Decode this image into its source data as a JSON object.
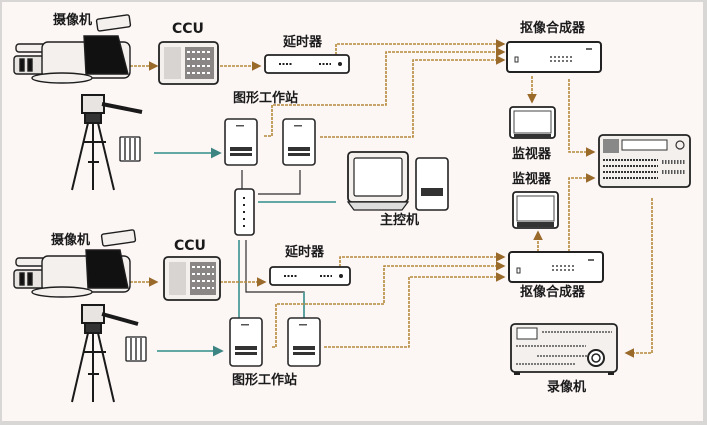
{
  "diagram": {
    "title": "",
    "colors": {
      "background": "#fcf6f5",
      "signal_line": "#b58a3c",
      "network_line": "#4e9c9a",
      "device_stroke": "#2a2a2a"
    },
    "labels": {
      "camera_top": "摄像机",
      "ccu_top": "CCU",
      "delay_top": "延时器",
      "workstation_top": "图形工作站",
      "keyer_top": "抠像合成器",
      "monitor_top": "监视器",
      "monitor_bottom": "监视器",
      "main_control": "主控机",
      "camera_bottom": "摄像机",
      "ccu_bottom": "CCU",
      "delay_bottom": "延时器",
      "keyer_bottom": "抠像合成器",
      "workstation_bottom": "图形工作站",
      "vtr": "录像机"
    },
    "nodes": [
      {
        "id": "camera-1",
        "label": "摄像机",
        "icon": "video-camera-icon"
      },
      {
        "id": "tripod-1",
        "label": "",
        "icon": "tripod-icon"
      },
      {
        "id": "tracker-1",
        "label": "",
        "icon": "tracking-sensor-icon"
      },
      {
        "id": "ccu-1",
        "label": "CCU",
        "icon": "ccu-panel-icon"
      },
      {
        "id": "delay-1",
        "label": "延时器",
        "icon": "delay-unit-icon"
      },
      {
        "id": "workstation-1a",
        "label": "图形工作站",
        "icon": "tower-pc-icon"
      },
      {
        "id": "workstation-1b",
        "label": "图形工作站",
        "icon": "tower-pc-icon"
      },
      {
        "id": "keyer-1",
        "label": "抠像合成器",
        "icon": "keyer-unit-icon"
      },
      {
        "id": "monitor-1",
        "label": "监视器",
        "icon": "monitor-icon"
      },
      {
        "id": "switcher",
        "label": "",
        "icon": "video-switcher-icon"
      },
      {
        "id": "main-control",
        "label": "主控机",
        "icon": "desktop-computer-icon"
      },
      {
        "id": "network-switch",
        "label": "",
        "icon": "network-switch-icon"
      },
      {
        "id": "camera-2",
        "label": "摄像机",
        "icon": "video-camera-icon"
      },
      {
        "id": "tripod-2",
        "label": "",
        "icon": "tripod-icon"
      },
      {
        "id": "tracker-2",
        "label": "",
        "icon": "tracking-sensor-icon"
      },
      {
        "id": "ccu-2",
        "label": "CCU",
        "icon": "ccu-panel-icon"
      },
      {
        "id": "delay-2",
        "label": "延时器",
        "icon": "delay-unit-icon"
      },
      {
        "id": "workstation-2a",
        "label": "图形工作站",
        "icon": "tower-pc-icon"
      },
      {
        "id": "workstation-2b",
        "label": "图形工作站",
        "icon": "tower-pc-icon"
      },
      {
        "id": "keyer-2",
        "label": "抠像合成器",
        "icon": "keyer-unit-icon"
      },
      {
        "id": "monitor-2",
        "label": "监视器",
        "icon": "monitor-icon"
      },
      {
        "id": "vtr",
        "label": "录像机",
        "icon": "vtr-deck-icon"
      }
    ],
    "edges": [
      {
        "from": "camera-1",
        "to": "ccu-1",
        "type": "signal"
      },
      {
        "from": "ccu-1",
        "to": "delay-1",
        "type": "signal"
      },
      {
        "from": "delay-1",
        "to": "keyer-1",
        "type": "signal"
      },
      {
        "from": "workstation-1a",
        "to": "keyer-1",
        "type": "signal"
      },
      {
        "from": "workstation-1b",
        "to": "keyer-1",
        "type": "signal"
      },
      {
        "from": "tracker-1",
        "to": "workstation-1a",
        "type": "network"
      },
      {
        "from": "keyer-1",
        "to": "monitor-1",
        "type": "signal"
      },
      {
        "from": "keyer-1",
        "to": "switcher",
        "type": "signal"
      },
      {
        "from": "workstation-1a",
        "to": "network-switch",
        "type": "network"
      },
      {
        "from": "workstation-1b",
        "to": "network-switch",
        "type": "network"
      },
      {
        "from": "main-control",
        "to": "network-switch",
        "type": "network"
      },
      {
        "from": "network-switch",
        "to": "workstation-2a",
        "type": "network"
      },
      {
        "from": "network-switch",
        "to": "workstation-2b",
        "type": "network"
      },
      {
        "from": "camera-2",
        "to": "ccu-2",
        "type": "signal"
      },
      {
        "from": "ccu-2",
        "to": "delay-2",
        "type": "signal"
      },
      {
        "from": "delay-2",
        "to": "keyer-2",
        "type": "signal"
      },
      {
        "from": "workstation-2a",
        "to": "keyer-2",
        "type": "signal"
      },
      {
        "from": "workstation-2b",
        "to": "keyer-2",
        "type": "signal"
      },
      {
        "from": "tracker-2",
        "to": "workstation-2a",
        "type": "network"
      },
      {
        "from": "keyer-2",
        "to": "monitor-2",
        "type": "signal"
      },
      {
        "from": "keyer-2",
        "to": "switcher",
        "type": "signal"
      },
      {
        "from": "switcher",
        "to": "vtr",
        "type": "signal"
      }
    ]
  }
}
